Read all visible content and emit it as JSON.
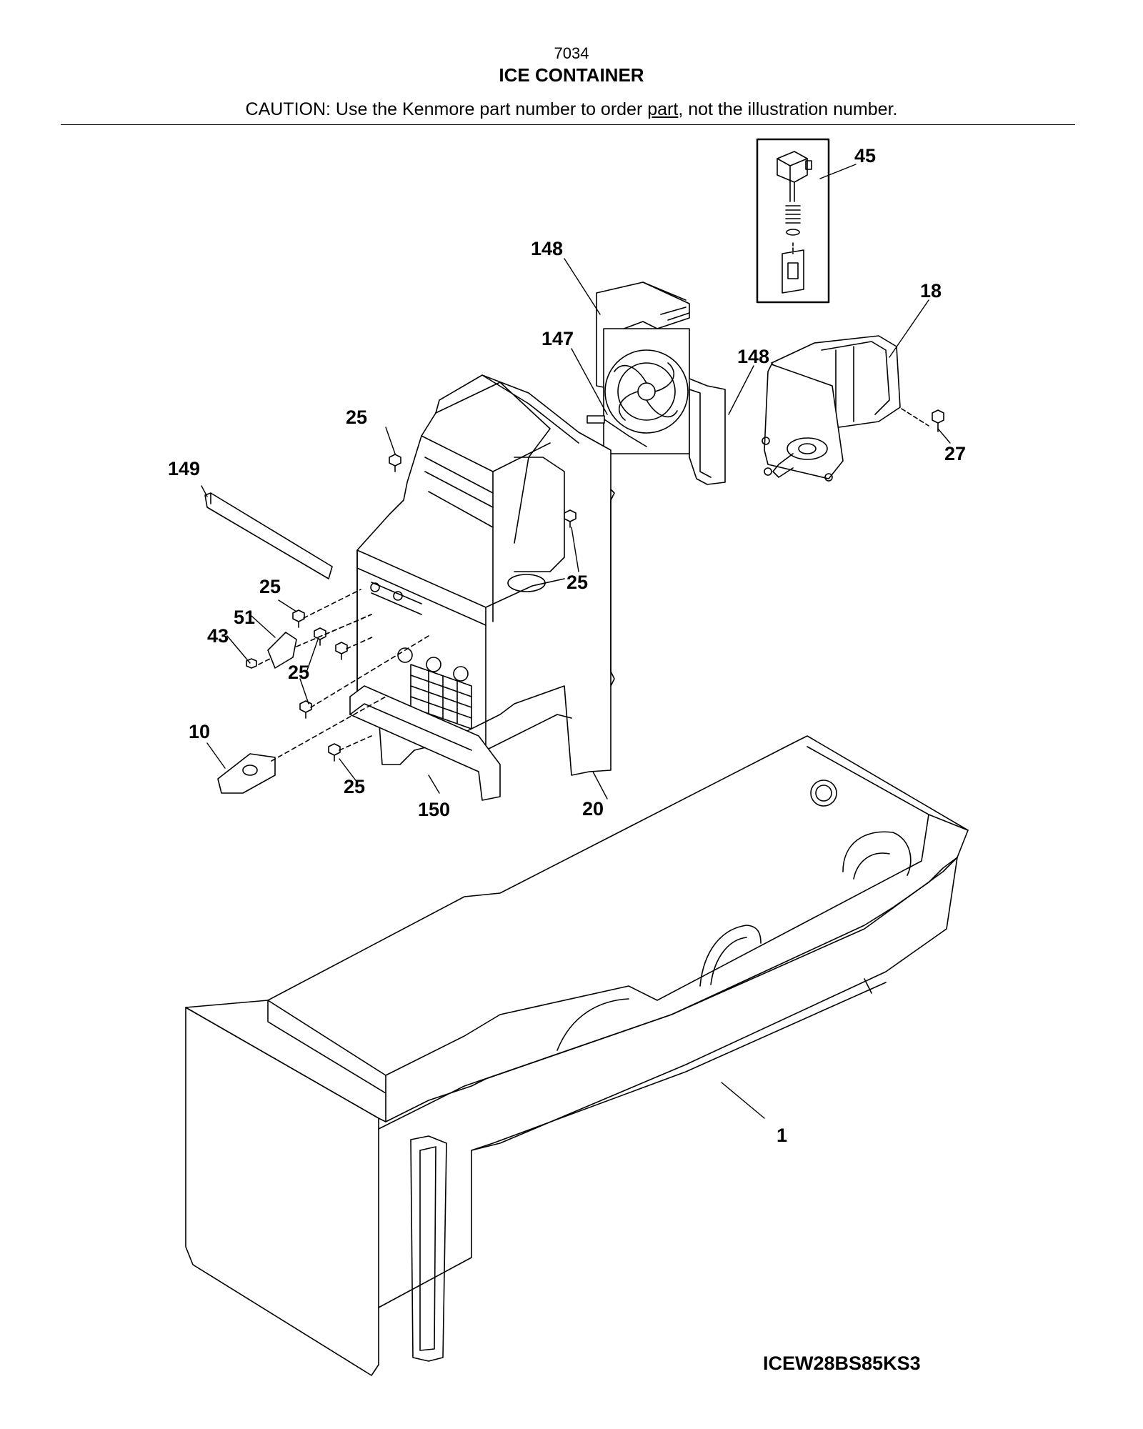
{
  "header": {
    "code": "7034",
    "title": "ICE CONTAINER",
    "caution_prefix": "CAUTION: Use the Kenmore part number to order ",
    "caution_link": "part",
    "caution_suffix": ", not the illustration number."
  },
  "callouts": {
    "c45": "45",
    "c148a": "148",
    "c18": "18",
    "c147": "147",
    "c148b": "148",
    "c25a": "25",
    "c27": "27",
    "c149": "149",
    "c25b": "25",
    "c25c": "25",
    "c51": "51",
    "c43": "43",
    "c25d": "25",
    "c10": "10",
    "c25e": "25",
    "c150": "150",
    "c20": "20",
    "c1": "1"
  },
  "model_number": "ICEW28BS85KS3"
}
